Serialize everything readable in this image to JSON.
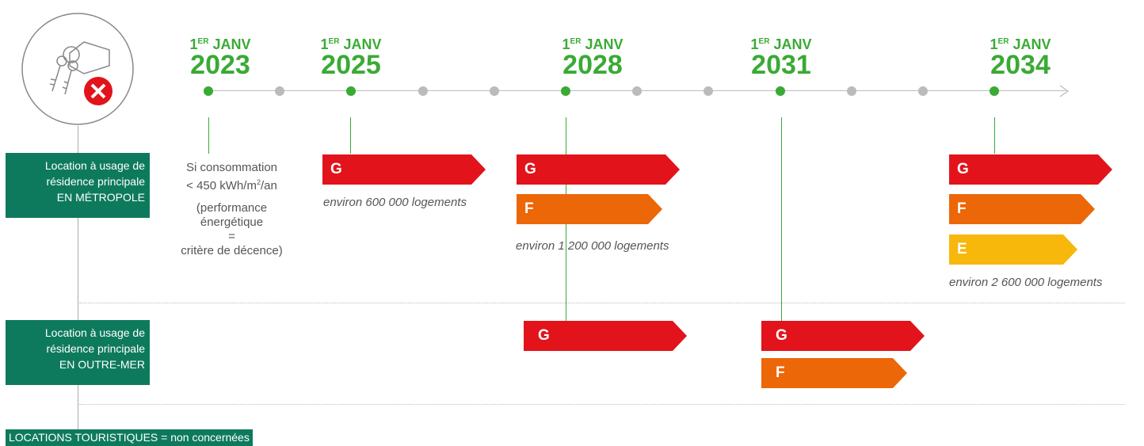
{
  "dates": [
    {
      "prefix": "1",
      "sup": "ER",
      "label": "JANV",
      "year": "2023"
    },
    {
      "prefix": "1",
      "sup": "ER",
      "label": "JANV",
      "year": "2025"
    },
    {
      "prefix": "1",
      "sup": "ER",
      "label": "JANV",
      "year": "2028"
    },
    {
      "prefix": "1",
      "sup": "ER",
      "label": "JANV",
      "year": "2031"
    },
    {
      "prefix": "1",
      "sup": "ER",
      "label": "JANV",
      "year": "2034"
    }
  ],
  "rows": {
    "metropole": {
      "line1": "Location à usage de",
      "line2": "résidence principale",
      "line3": "EN MÉTROPOLE"
    },
    "outremer": {
      "line1": "Location à usage de",
      "line2": "résidence principale",
      "line3": "EN OUTRE-MER"
    },
    "touristique": {
      "highlight": "LOCATIONS TOURISTIQUES",
      "rest": " = non concernées"
    }
  },
  "note_2023": {
    "l1": "Si consommation",
    "l2a": "< 450 kWh/m",
    "l2sup": "2",
    "l2b": "/an",
    "l3": "(performance",
    "l4": "énergétique",
    "l5": "=",
    "l6": "critère de décence)"
  },
  "classes": {
    "g": "G",
    "f": "F",
    "e": "E"
  },
  "counts": {
    "c2025": "environ 600 000 logements",
    "c2028": "environ 1 200 000 logements",
    "c2034": "environ 2 600 000 logements"
  },
  "colors": {
    "green": "#3aaa35",
    "teal": "#0e7a5d",
    "g": "#e2131a",
    "f": "#ec6707",
    "e": "#f7b70b",
    "grey": "#bbbbbb"
  },
  "icons": {
    "header": "keys-house-cross-icon"
  }
}
